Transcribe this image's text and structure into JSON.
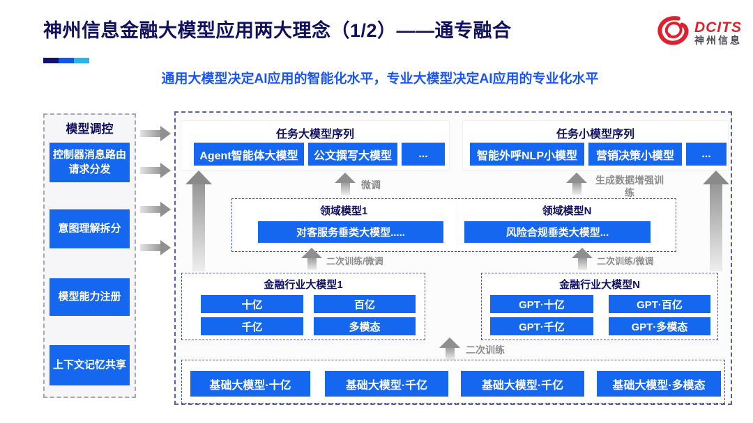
{
  "header": {
    "title": "神州信息金融大模型应用两大理念（1/2）——通专融合",
    "subtitle": "通用大模型决定AI应用的智能化水平，专业大模型决定AI应用的专业化水平",
    "logo": {
      "brand": "DCITS",
      "brand_cn": "神州信息"
    }
  },
  "sidebar": {
    "title": "模型调控",
    "items": [
      "控制器消息路由请求分发",
      "意图理解拆分",
      "模型能力注册",
      "上下文记忆共享"
    ]
  },
  "diagram": {
    "task_large": {
      "title": "任务大模型序列",
      "items": [
        "Agent智能体大模型",
        "公文撰写大模型",
        "..."
      ]
    },
    "task_small": {
      "title": "任务小模型序列",
      "items": [
        "智能外呼NLP小模型",
        "营销决策小模型",
        "..."
      ]
    },
    "domain": {
      "left": {
        "title": "领域模型1",
        "item": "对客服务垂类大模型....."
      },
      "right": {
        "title": "领域模型N",
        "item": "风险合规垂类大模型..."
      }
    },
    "industry_left": {
      "title": "金融行业大模型1",
      "items": [
        "十亿",
        "百亿",
        "千亿",
        "多模态"
      ]
    },
    "industry_right": {
      "title": "金融行业大模型N",
      "items": [
        "GPT·十亿",
        "GPT·百亿",
        "GPT·千亿",
        "GPT·多模态"
      ]
    },
    "base": {
      "items": [
        "基础大模型·十亿",
        "基础大模型·千亿",
        "基础大模型·千亿",
        "基础大模型·多模态"
      ]
    },
    "arrow_labels": {
      "fine_tune": "微调",
      "gen_data_train": "生成数据增强训练",
      "retrain_ft_left": "二次训练/微调",
      "retrain_ft_right": "二次训练/微调",
      "retrain": "二次训练"
    }
  },
  "colors": {
    "primary_blue": "#1667EF",
    "navy": "#10105E",
    "subtitle_blue": "#1B55F2",
    "logo_red": "#E11F2F",
    "arrow_gray": "#8F8F8F"
  }
}
